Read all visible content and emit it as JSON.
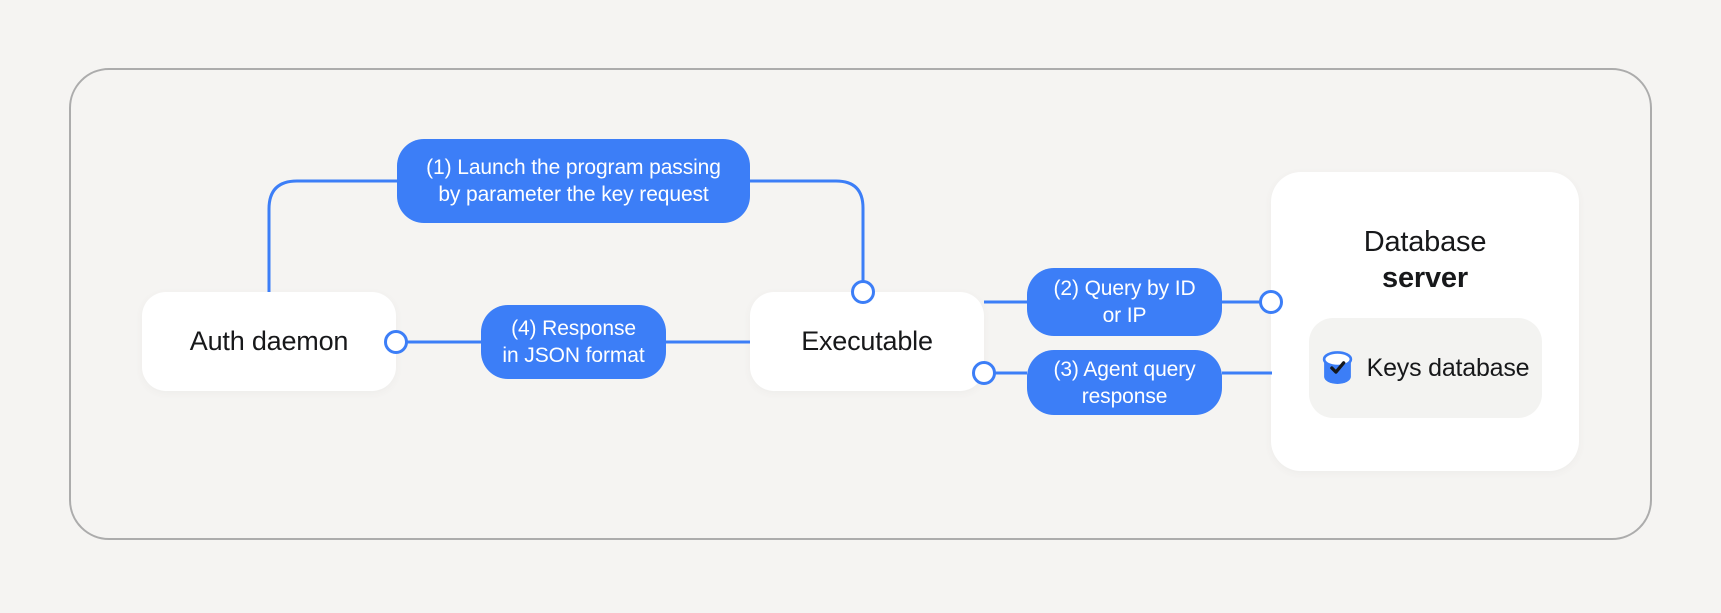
{
  "colors": {
    "accent_blue": "#3c7ef7",
    "frame_border": "#acacac",
    "page_background": "#f5f4f2",
    "node_background": "#ffffff",
    "inner_panel_background": "#f3f3f1",
    "text_dark": "#17181a",
    "text_light": "#ffffff"
  },
  "nodes": {
    "auth_daemon": {
      "label": "Auth daemon"
    },
    "executable": {
      "label": "Executable"
    },
    "database_server": {
      "title_top": "Database",
      "title_bottom": "server"
    },
    "keys_database": {
      "label": "Keys database",
      "icon": "database-check-icon"
    }
  },
  "steps": {
    "step1": {
      "line1": "(1) Launch the program passing",
      "line2": "by parameter the key request"
    },
    "step2": {
      "line1": "(2) Query by ID",
      "line2": "or IP"
    },
    "step3": {
      "line1": "(3) Agent query",
      "line2": "response"
    },
    "step4": {
      "line1": "(4) Response",
      "line2": "in JSON format"
    }
  }
}
